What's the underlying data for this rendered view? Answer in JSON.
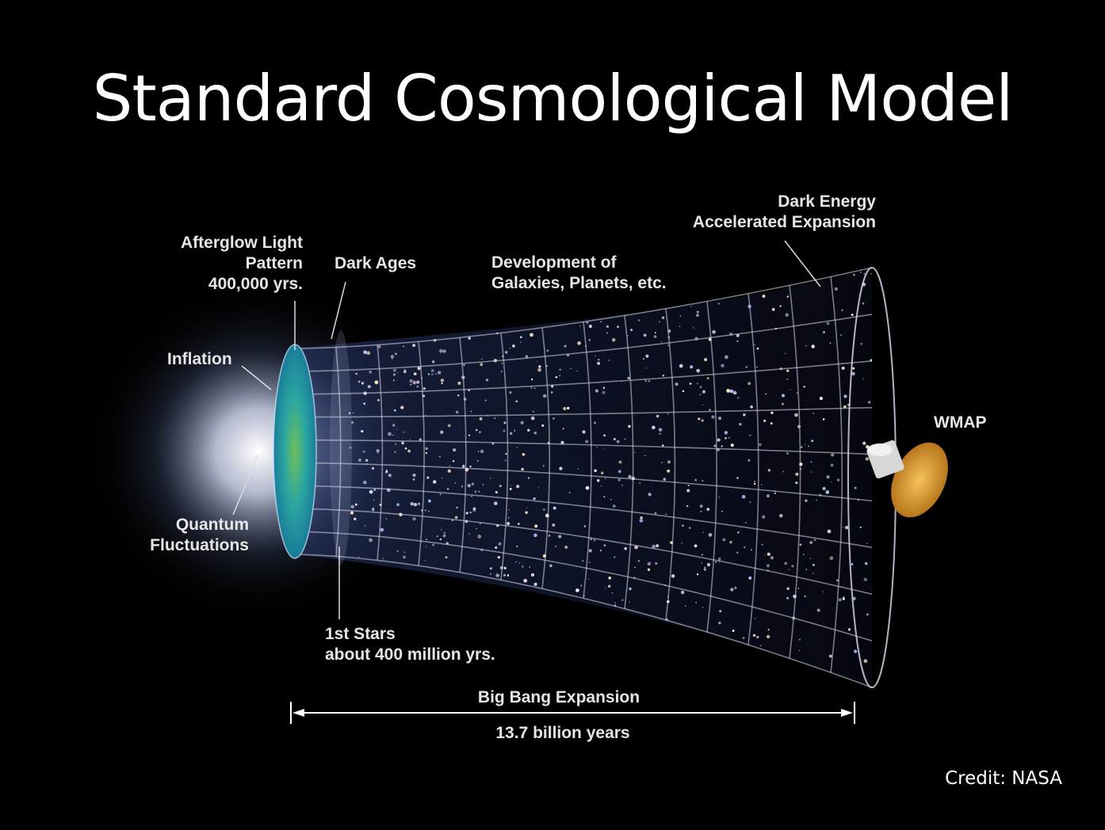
{
  "title": "Standard Cosmological Model",
  "labels": {
    "afterglow_line1": "Afterglow Light",
    "afterglow_line2": "Pattern",
    "afterglow_line3": "400,000 yrs.",
    "dark_ages": "Dark Ages",
    "development_line1": "Development of",
    "development_line2": "Galaxies, Planets, etc.",
    "dark_energy_line1": "Dark Energy",
    "dark_energy_line2": "Accelerated Expansion",
    "inflation": "Inflation",
    "wmap": "WMAP",
    "quantum_line1": "Quantum",
    "quantum_line2": "Fluctuations",
    "first_stars_line1": "1st Stars",
    "first_stars_line2": "about 400 million yrs.",
    "big_bang_expansion": "Big Bang Expansion",
    "duration": "13.7 billion years"
  },
  "credit": "Credit: NASA",
  "colors": {
    "background": "#000000",
    "text": "#ffffff",
    "label_text": "#e6e6e6",
    "grid": "#d8d8e8",
    "cmb_teal": "#2aa6a0",
    "wmap_gold": "#d9962a"
  }
}
